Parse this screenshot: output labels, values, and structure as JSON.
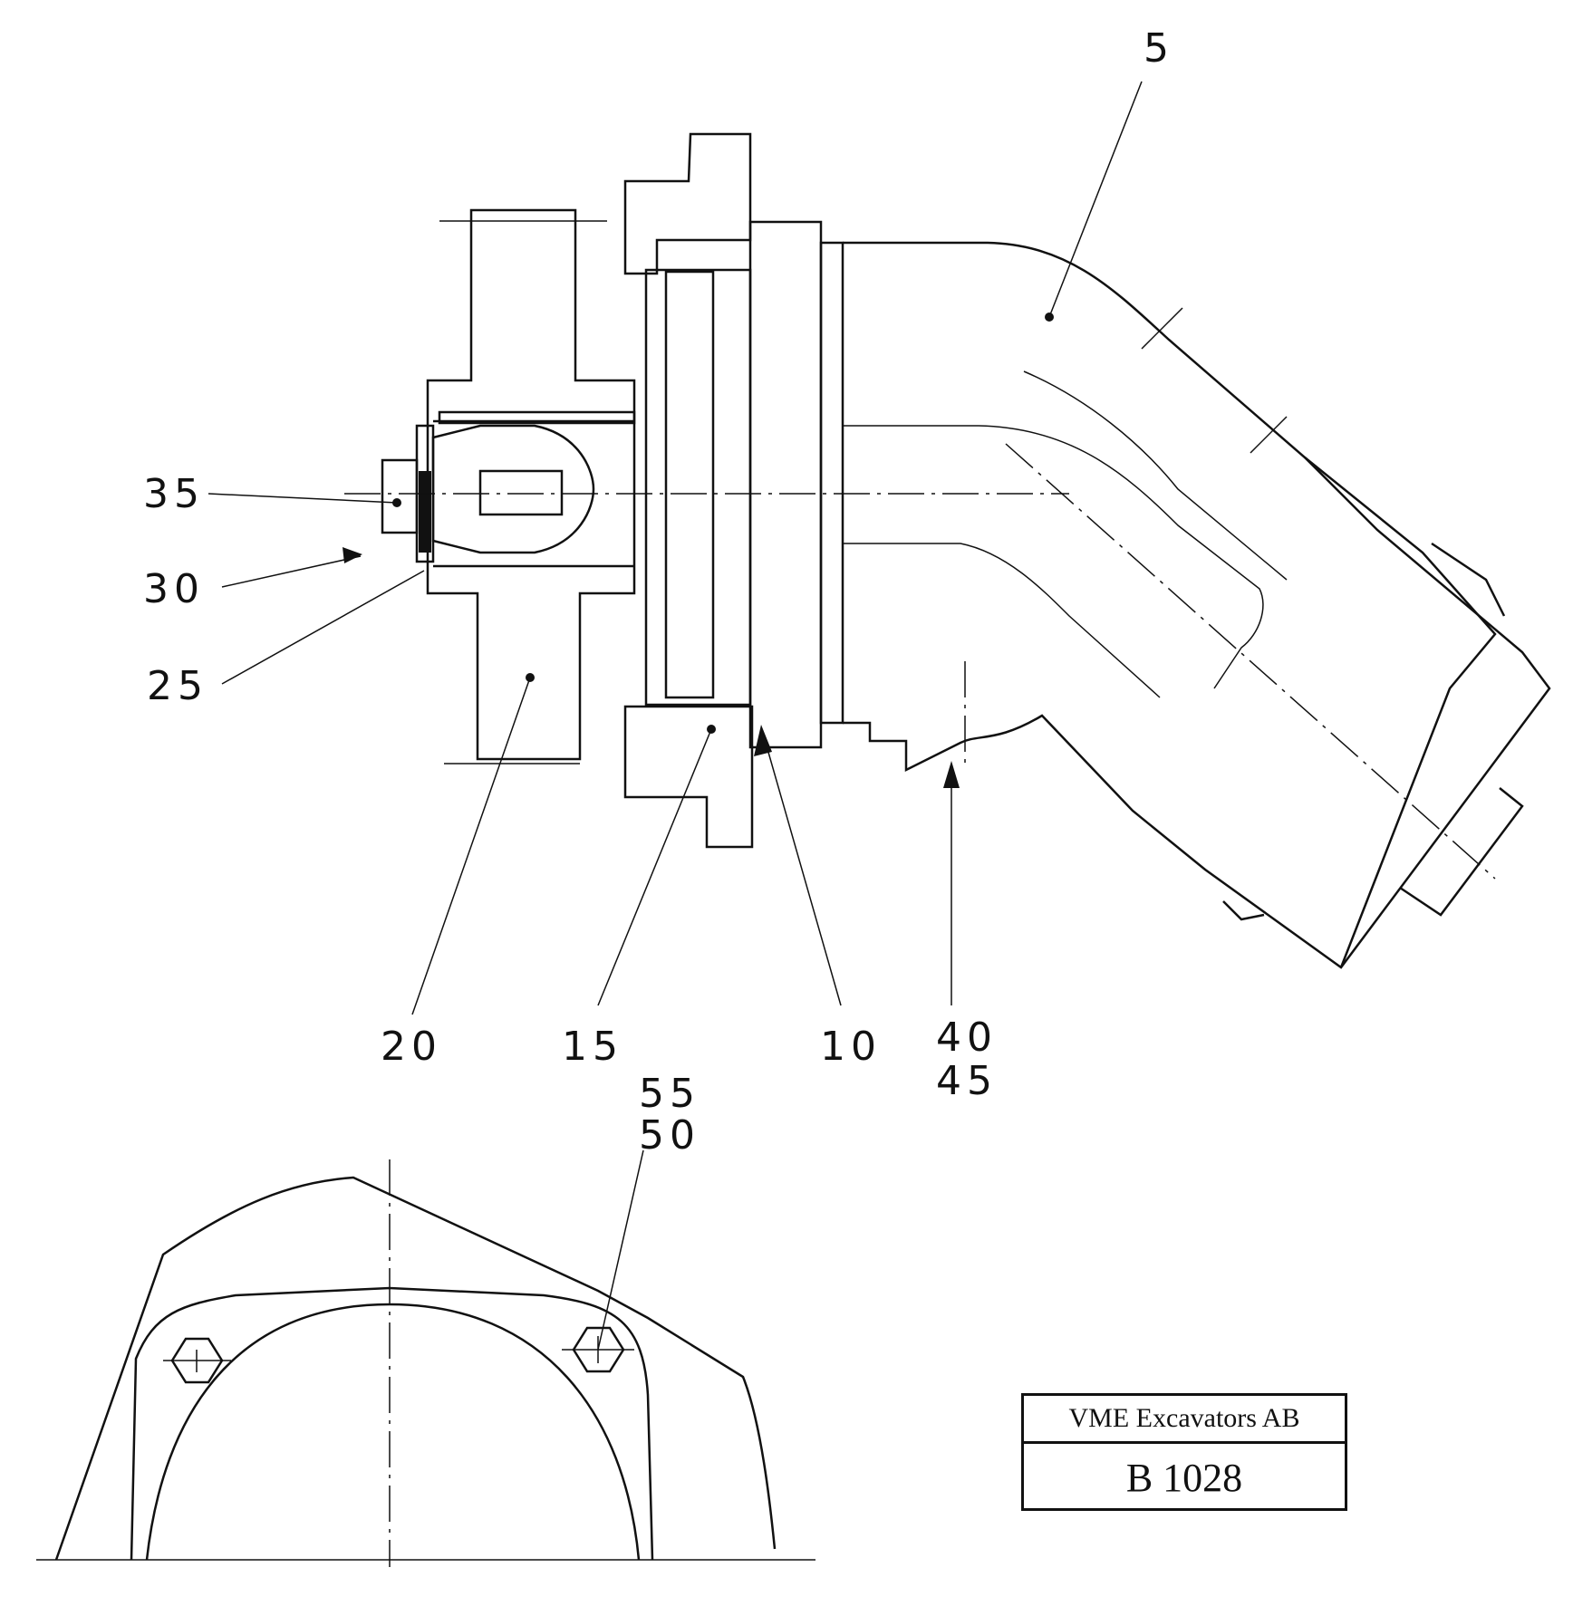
{
  "callouts": {
    "c5": "5",
    "c35": "35",
    "c30": "30",
    "c25": "25",
    "c20": "20",
    "c15": "15",
    "c10": "10",
    "c40": "40",
    "c45": "45",
    "c55": "55",
    "c50": "50"
  },
  "title_block": {
    "company": "VME Excavators AB",
    "drawing_number": "B 1028"
  }
}
